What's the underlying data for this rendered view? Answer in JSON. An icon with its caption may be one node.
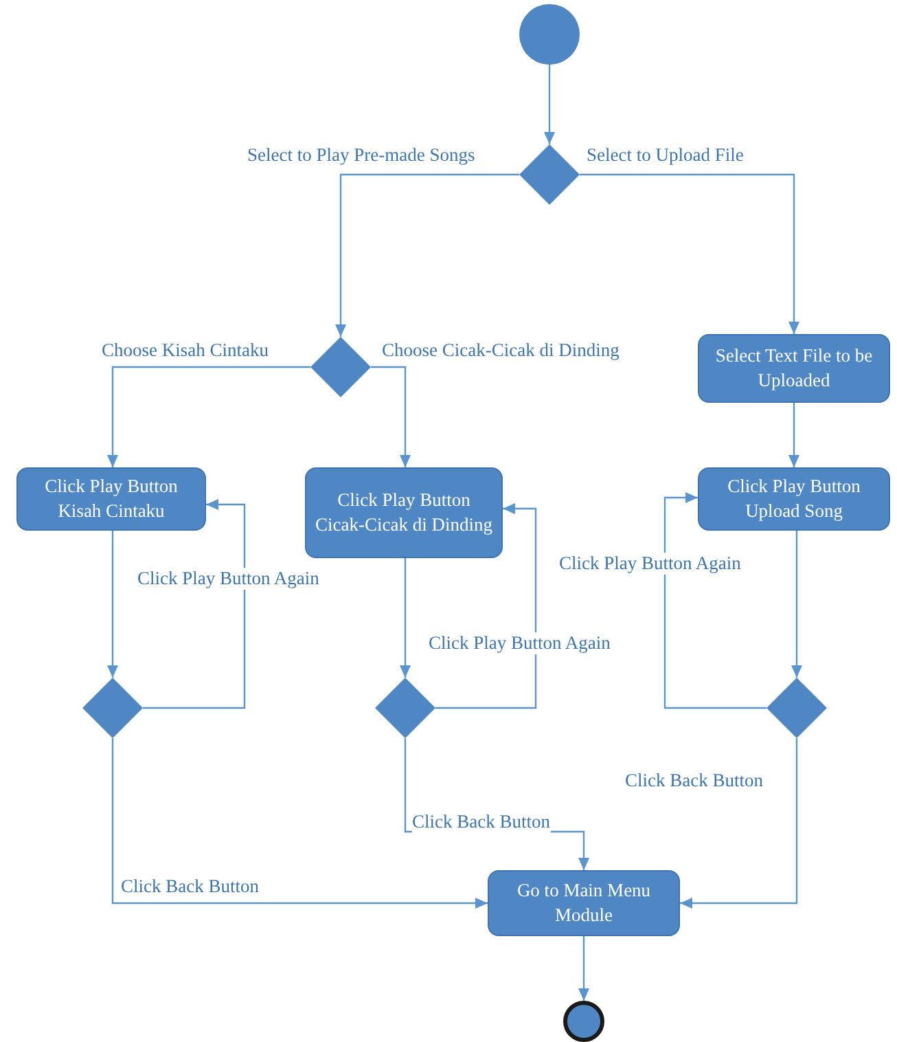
{
  "diagram": {
    "nodes": [
      {
        "text": [],
        "shape": "circle"
      },
      {
        "text": [],
        "shape": "diamond"
      },
      {
        "text": [],
        "shape": "diamond"
      },
      {
        "text": [
          "Select Text File to be Uploaded"
        ]
      },
      {
        "text": [
          "Click Play Button Kisah Cintaku"
        ]
      },
      {
        "text": [
          "Click Play Button Cicak-Cicak di Dinding"
        ]
      },
      {
        "text": [
          "Click Play Button Upload Song"
        ]
      },
      {
        "text": [],
        "shape": "diamond"
      },
      {
        "text": [],
        "shape": "diamond"
      },
      {
        "text": [],
        "shape": "diamond"
      },
      {
        "text": [
          "Go to Main Menu Module"
        ]
      },
      {
        "text": [],
        "shape": "circle"
      }
    ],
    "edges": [
      {
        "from": 0,
        "to": 1,
        "arrow": "to"
      },
      {
        "from": 1,
        "to": 2,
        "arrow": "to",
        "label": "Select to Play Pre-made Songs"
      },
      {
        "from": 1,
        "to": 3,
        "arrow": "to",
        "label": "Select to Upload File"
      },
      {
        "from": 2,
        "to": 4,
        "arrow": "to",
        "label": "Choose Kisah Cintaku"
      },
      {
        "from": 2,
        "to": 5,
        "arrow": "to",
        "label": "Choose Cicak-Cicak di Dinding"
      },
      {
        "from": 3,
        "to": 6,
        "arrow": "to"
      },
      {
        "from": 4,
        "to": 7,
        "arrow": "to"
      },
      {
        "from": 7,
        "to": 4,
        "arrow": "to",
        "label": "Click Play Button Again"
      },
      {
        "from": 5,
        "to": 8,
        "arrow": "to"
      },
      {
        "from": 8,
        "to": 5,
        "arrow": "to",
        "label": "Click Play Button Again"
      },
      {
        "from": 6,
        "to": 9,
        "arrow": "to"
      },
      {
        "from": 9,
        "to": 6,
        "arrow": "to",
        "label": "Click Play Button Again"
      },
      {
        "from": 7,
        "to": 10,
        "arrow": "to",
        "label": "Click Back Button"
      },
      {
        "from": 8,
        "to": 10,
        "arrow": "to",
        "label": "Click Back Button"
      },
      {
        "from": 9,
        "to": 10,
        "arrow": "to",
        "label": "Click Back Button"
      },
      {
        "from": 10,
        "to": 11,
        "arrow": "to"
      }
    ]
  }
}
